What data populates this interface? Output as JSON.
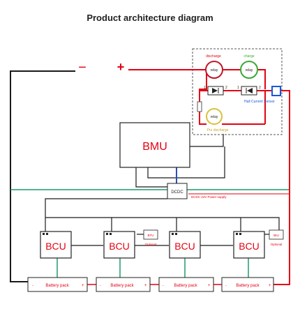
{
  "title": "Product architecture diagram",
  "terminals": {
    "negative": "−",
    "positive": "+"
  },
  "relays": {
    "discharge_label": "discharge",
    "charge_label": "charge",
    "relay_text": "relay",
    "predischarge_label": "Pre discharge"
  },
  "diode_labels": [
    "1",
    "2",
    "1",
    "2"
  ],
  "hall_sensor_label": "Hall Current Sensor",
  "bmu_label": "BMU",
  "dcdc_label": "DCDC",
  "dcdc_note": "DCDC 24V Power supply",
  "bcu_label": "BCU",
  "btu": {
    "label": "BTU",
    "note": "Optional"
  },
  "biu": {
    "label": "BIU",
    "note": "Optional"
  },
  "battery_pack": {
    "minus": "-",
    "label": "Battery pack",
    "plus": "+"
  },
  "colors": {
    "red_wire": "#e60012",
    "black_wire": "#1a1a1a",
    "green_wire": "#1f9a6a",
    "blue_wire": "#2b4fb5",
    "discharge_ring": "#c0182a",
    "charge_ring": "#39a935",
    "predischarge_ring": "#d9c13a",
    "hall_sensor": "#1a55d9"
  }
}
